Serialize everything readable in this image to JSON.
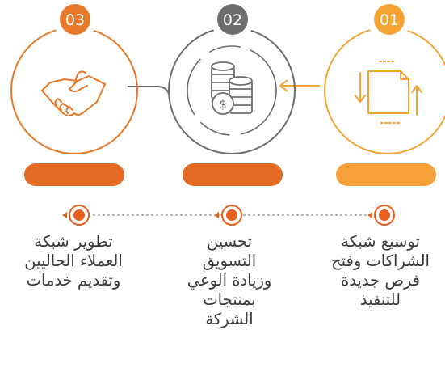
{
  "steps": [
    {
      "number": "01",
      "color": "#f5a434",
      "icon": "document-cycle-icon",
      "lines": [
        "توسيع شبكة",
        "الشراكات وفتح",
        "فرص جديدة",
        "للتنفيذ"
      ]
    },
    {
      "number": "02",
      "color": "#6d6d6d",
      "icon": "coins-icon",
      "lines": [
        "تحسين",
        "التسويق",
        "وزيادة الوعي",
        "بمنتجات",
        "الشركة"
      ]
    },
    {
      "number": "03",
      "color": "#e8782a",
      "icon": "handshake-icon",
      "lines": [
        "تطوير شبكة",
        "العملاء الحاليين",
        "وتقديم خدمات"
      ]
    }
  ],
  "colors": {
    "bar_left": "#e36a22",
    "bar_mid": "#e36a22",
    "bar_right": "#f6a03a",
    "marker": "#e85f1f",
    "dots": "#9a9a9a",
    "connector_gray": "#6d6d6d",
    "connector_orange": "#f5a434"
  }
}
